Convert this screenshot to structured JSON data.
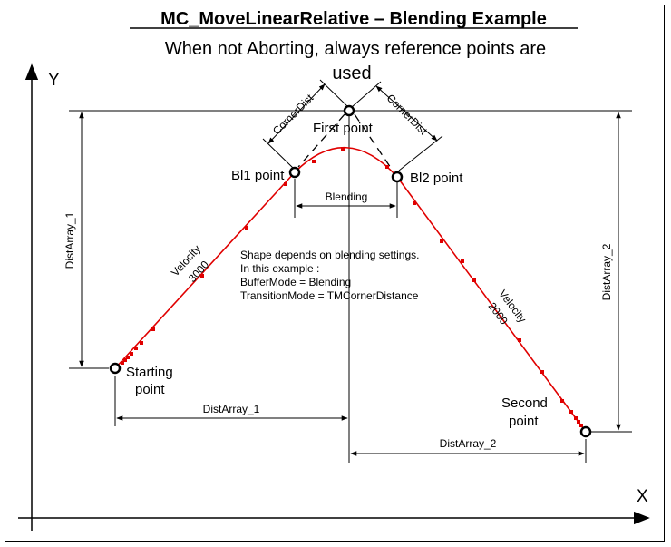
{
  "title": "MC_MoveLinearRelative – Blending Example",
  "subtitle_line1": "When not Aborting, always reference points are",
  "subtitle_line2": "used",
  "axes": {
    "y_label": "Y",
    "x_label": "X"
  },
  "points": {
    "first": "First point",
    "bl1": "Bl1 point",
    "bl2": "Bl2 point",
    "start_line1": "Starting",
    "start_line2": "point",
    "second_line1": "Second",
    "second_line2": "point"
  },
  "dimensions": {
    "corner_dist_left": "CornerDist",
    "corner_dist_right": "CornerDist",
    "blending": "Blending",
    "dist_array_1_vertical": "DistArray_1",
    "dist_array_1_horizontal": "DistArray_1",
    "dist_array_2_vertical": "DistArray_2",
    "dist_array_2_horizontal": "DistArray_2"
  },
  "velocity_1": {
    "label": "Velocity",
    "value": "3000"
  },
  "velocity_2": {
    "label": "Velocity",
    "value": "2000"
  },
  "note": {
    "line1": "Shape depends on blending settings.",
    "line2": "In this example :",
    "line3": "BufferMode = Blending",
    "line4": "TransitionMode = TMCornerDistance"
  },
  "colors": {
    "path": "#e00000",
    "lines": "#000000"
  }
}
